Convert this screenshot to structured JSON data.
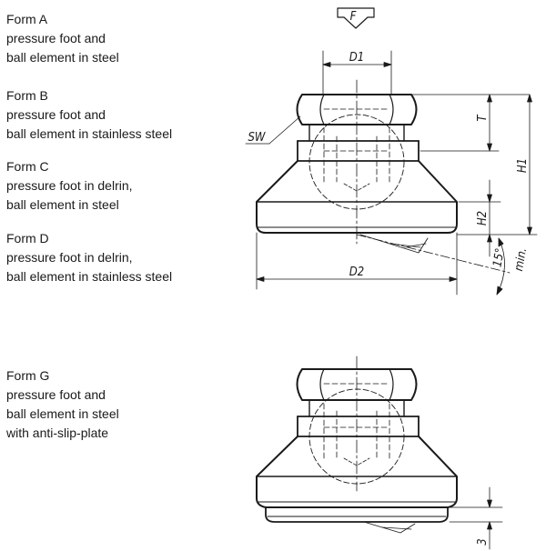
{
  "forms": [
    {
      "title": "Form A",
      "line1": "pressure foot and",
      "line2": "ball element in steel"
    },
    {
      "title": "Form B",
      "line1": "pressure foot and",
      "line2": "ball element in stainless steel"
    },
    {
      "title": "Form C",
      "line1": "pressure foot in delrin,",
      "line2": "ball element in steel"
    },
    {
      "title": "Form D",
      "line1": "pressure foot in delrin,",
      "line2": "ball element in stainless steel"
    },
    {
      "title": "Form G",
      "line1": "pressure foot and",
      "line2": "ball element in steel",
      "line3": "with anti-slip-plate"
    }
  ],
  "dimensions": {
    "force": "F",
    "d1": "D1",
    "sw": "SW",
    "t": "T",
    "h1": "H1",
    "h2": "H2",
    "angle": "15°",
    "min": "min.",
    "d2": "D2",
    "plate": "3"
  }
}
